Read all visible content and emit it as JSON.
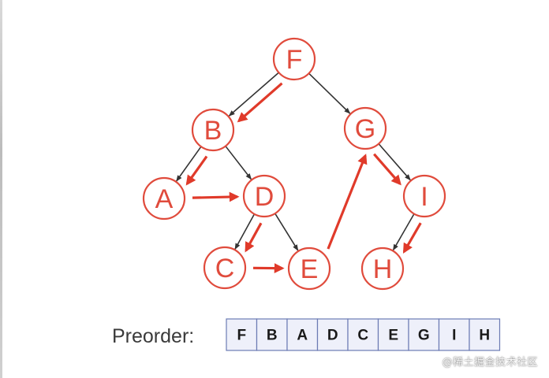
{
  "diagram": {
    "nodes": [
      {
        "id": "F",
        "label": "F"
      },
      {
        "id": "B",
        "label": "B"
      },
      {
        "id": "G",
        "label": "G"
      },
      {
        "id": "A",
        "label": "A"
      },
      {
        "id": "D",
        "label": "D"
      },
      {
        "id": "I",
        "label": "I"
      },
      {
        "id": "C",
        "label": "C"
      },
      {
        "id": "E",
        "label": "E"
      },
      {
        "id": "H",
        "label": "H"
      }
    ],
    "edges": [
      {
        "from": "F",
        "to": "B"
      },
      {
        "from": "F",
        "to": "G"
      },
      {
        "from": "B",
        "to": "A"
      },
      {
        "from": "B",
        "to": "D"
      },
      {
        "from": "D",
        "to": "C"
      },
      {
        "from": "D",
        "to": "E"
      },
      {
        "from": "G",
        "to": "I"
      },
      {
        "from": "I",
        "to": "H"
      }
    ],
    "traversal": [
      "F",
      "B",
      "A",
      "D",
      "C",
      "E",
      "G",
      "I",
      "H"
    ],
    "colors": {
      "node": "#e04b3c",
      "arrow": "#e03a2a",
      "edge": "#333333",
      "cell_fill": "#eef0fa",
      "cell_border": "#6c7bb3"
    }
  },
  "preorder": {
    "label": "Preorder:",
    "sequence": [
      "F",
      "B",
      "A",
      "D",
      "C",
      "E",
      "G",
      "I",
      "H"
    ]
  },
  "watermark": {
    "text": "@稀土掘金技术社区"
  }
}
